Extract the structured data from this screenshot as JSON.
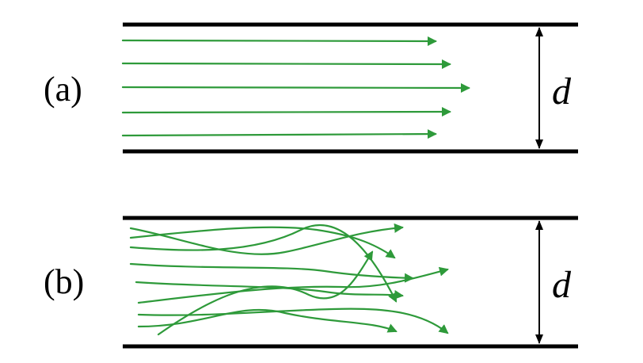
{
  "panels": [
    {
      "id": "a",
      "label": "(a)",
      "dimension_label": "d",
      "flow": "laminar",
      "streamline_count": 5
    },
    {
      "id": "b",
      "label": "(b)",
      "dimension_label": "d",
      "flow": "turbulent",
      "streamline_count": 9
    }
  ],
  "colors": {
    "streamline": "#2e9a3a",
    "wall": "#000000",
    "dimension": "#000000",
    "background": "#ffffff"
  },
  "icons": {
    "streamline_head": "arrowhead-icon",
    "dimension_ends": "double-arrow-icon"
  }
}
